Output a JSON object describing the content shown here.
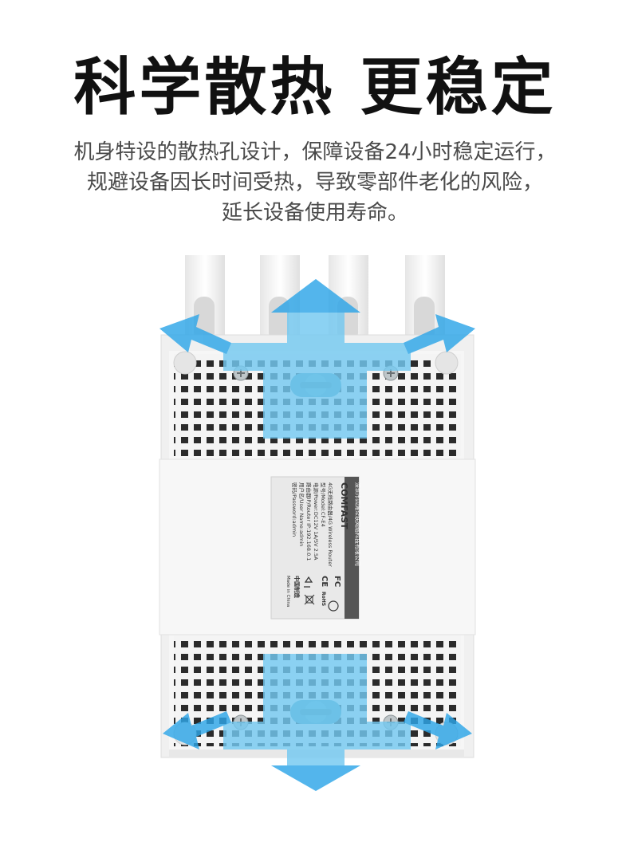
{
  "headline": "科学散热  更稳定",
  "description": {
    "line1": "机身特设的散热孔设计，保障设备24小时稳定运行，",
    "line2": "规避设备因长时间受热，导致零部件老化的风险，",
    "line3": "延长设备使用寿命。"
  },
  "label": {
    "brand": "COMFAST",
    "company": "深圳市四海众联网络科技有限公司",
    "product": "4G无线路由器/4G Wireless Router",
    "model": "型号/Model:CF-E4",
    "power": "电源/Power:DC12V  1A/5V  2.5A",
    "ip": "路由器IP/Router IP:192.168.0.1",
    "user": "用户名/User Name:admin",
    "password": "密码/Password:admin",
    "made_in_cn": "中国制造",
    "made_in_en": "Made in China",
    "cert_fc": "FC",
    "cert_ce": "CE",
    "cert_rohs": "RoHS"
  },
  "colors": {
    "arrow": "#2ea6e8",
    "arrow_fill": "#6ec8f2",
    "device": "#f2f2f2",
    "vent": "#2a2a2a",
    "label_bg": "#e8e8e8",
    "mount_slot": "#4a9fb8"
  },
  "icons": [
    "up-arrow-icon",
    "down-arrow-icon",
    "up-left-arrow-icon",
    "up-right-arrow-icon",
    "down-left-arrow-icon",
    "down-right-arrow-icon",
    "screw-icon",
    "recycle-icon",
    "weee-bin-icon",
    "ccc-mark-icon"
  ]
}
